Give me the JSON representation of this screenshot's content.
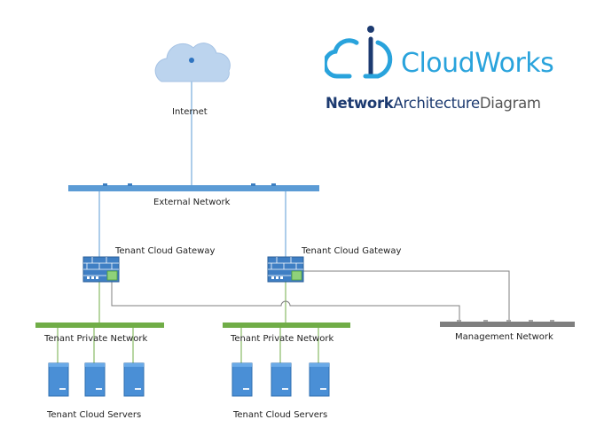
{
  "brand": {
    "name": "CloudWorks",
    "subtitle_part1": "Network",
    "subtitle_part2": "Architecture",
    "subtitle_part3": "Diagram",
    "brand_color": "#29a3dc",
    "navy_color": "#1c3a70"
  },
  "nodes": {
    "internet": "Internet",
    "external_network": "External Network",
    "gateway_left": "Tenant Cloud Gateway",
    "gateway_right": "Tenant Cloud Gateway",
    "private_network_left": "Tenant Private Network",
    "private_network_right": "Tenant Private Network",
    "management_network": "Management Network",
    "servers_left": "Tenant Cloud Servers",
    "servers_right": "Tenant Cloud Servers"
  },
  "colors": {
    "external_bus": "#5b9bd5",
    "private_bus": "#70ad47",
    "management_bus": "#7f7f7f",
    "server": "#4a8fd6",
    "cloud": "#bcd4ee"
  },
  "icons": {
    "cloud": "cloud-icon",
    "firewall": "firewall-gateway-icon",
    "server": "server-icon",
    "logo": "cloudworks-logo-icon"
  }
}
